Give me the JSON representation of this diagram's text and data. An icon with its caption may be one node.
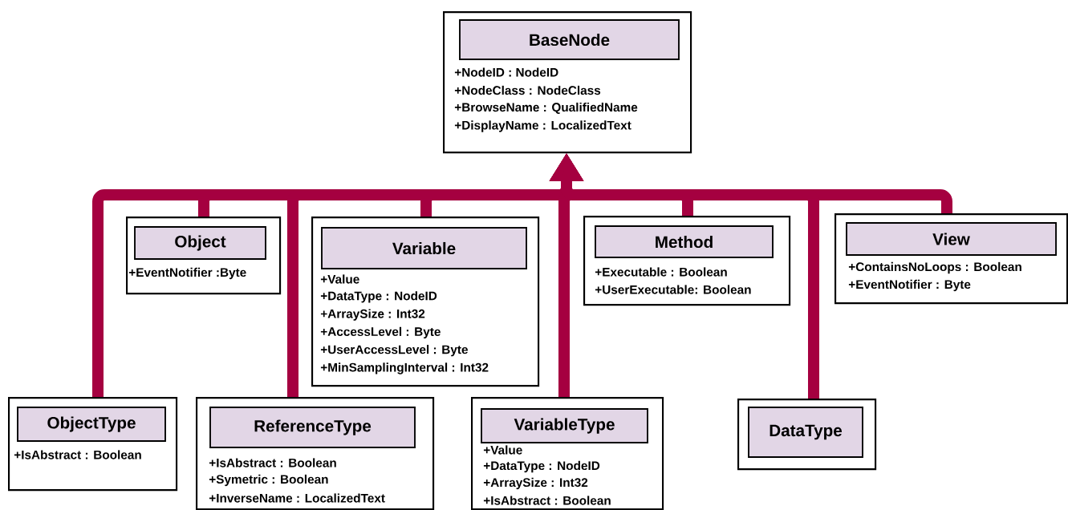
{
  "diagram": {
    "nodes": [
      {
        "text": [
          "BaseNode",
          "+NodeID : NodeID",
          "+NodeClass : NodeClass",
          "+BrowseName : QualifiedName",
          "+DisplayName : LocalizedText"
        ]
      },
      {
        "text": [
          "Object",
          "+EventNotifier :Byte"
        ]
      },
      {
        "text": [
          "Variable",
          "+Value",
          "+DataType : NodeID",
          "+ArraySize : Int32",
          "+AccessLevel : Byte",
          "+UserAccessLevel : Byte",
          "+MinSamplingInterval : Int32"
        ]
      },
      {
        "text": [
          "Method",
          "+Executable : Boolean",
          "+UserExecutable: Boolean"
        ]
      },
      {
        "text": [
          "View",
          "+ContainsNoLoops : Boolean",
          "+EventNotifier : Byte"
        ]
      },
      {
        "text": [
          "ObjectType",
          "+IsAbstract : Boolean"
        ]
      },
      {
        "text": [
          "ReferenceType",
          "+IsAbstract : Boolean",
          "+Symetric : Boolean",
          "+InverseName : LocalizedText"
        ]
      },
      {
        "text": [
          "VariableType",
          "+Value",
          "+DataType : NodeID",
          "+ArraySize : Int32",
          "+IsAbstract : Boolean"
        ]
      },
      {
        "text": [
          "DataType"
        ]
      }
    ],
    "edges": [
      {
        "from": 1,
        "to": 0,
        "arrow": "to"
      },
      {
        "from": 2,
        "to": 0,
        "arrow": "to"
      },
      {
        "from": 3,
        "to": 0,
        "arrow": "to"
      },
      {
        "from": 4,
        "to": 0,
        "arrow": "to"
      },
      {
        "from": 5,
        "to": 0,
        "arrow": "to"
      },
      {
        "from": 6,
        "to": 0,
        "arrow": "to"
      },
      {
        "from": 7,
        "to": 0,
        "arrow": "to"
      },
      {
        "from": 8,
        "to": 0,
        "arrow": "to"
      }
    ]
  }
}
